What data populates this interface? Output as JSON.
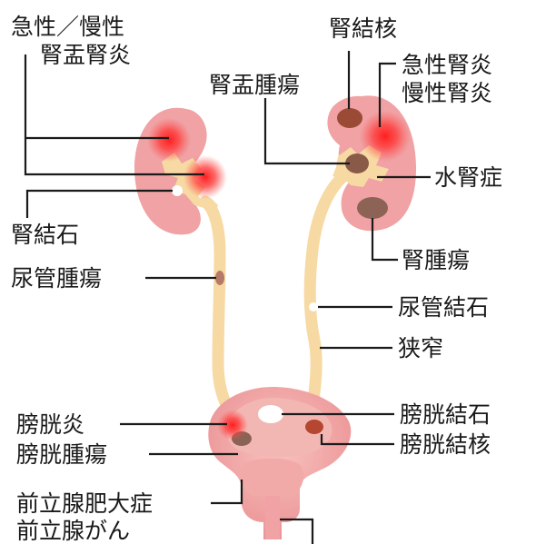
{
  "labels": {
    "acute_chronic_pyelonephritis_line1": "急性／慢性",
    "acute_chronic_pyelonephritis_line2": "腎盂腎炎",
    "renal_tuberculosis": "腎結核",
    "renal_pelvis_tumor": "腎盂腫瘍",
    "acute_nephritis": "急性腎炎",
    "chronic_nephritis": "慢性腎炎",
    "hydronephrosis": "水腎症",
    "kidney_stone": "腎結石",
    "kidney_tumor": "腎腫瘍",
    "ureter_tumor": "尿管腫瘍",
    "ureter_stone": "尿管結石",
    "stricture": "狭窄",
    "cystitis": "膀胱炎",
    "bladder_stone": "膀胱結石",
    "bladder_tumor": "膀胱腫瘍",
    "bladder_tuberculosis": "膀胱結核",
    "prostate_hypertrophy": "前立腺肥大症",
    "prostate_cancer": "前立腺がん"
  },
  "colors": {
    "kidney": "#f0a2a4",
    "kidney_inner": "#f6c8c4",
    "pelvis_ureter": "#f7d9a3",
    "bladder": "#ef9a9c",
    "bladder_inner": "#f3b7b3",
    "inflammation": "#ff2f2f",
    "lesion": "#8a5a48",
    "stone": "#ffffff",
    "leader_line": "#1a1a1a"
  }
}
